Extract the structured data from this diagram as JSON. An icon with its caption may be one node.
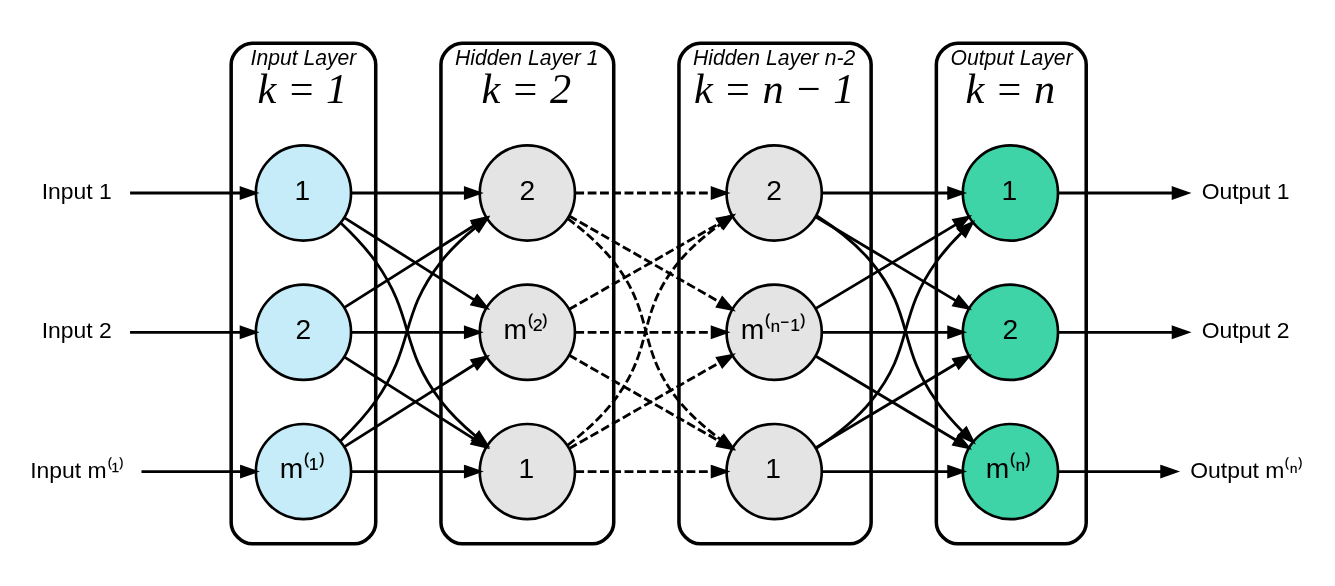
{
  "diagram": {
    "nodes": [
      {
        "text": [
          "Input 1"
        ]
      },
      {
        "text": [
          "Input 2"
        ]
      },
      {
        "text": [
          "Input m⁽¹⁾"
        ]
      },
      {
        "text": [
          "Input Layer",
          "k = 1"
        ]
      },
      {
        "text": [
          "1"
        ],
        "in": 3
      },
      {
        "text": [
          "2"
        ],
        "in": 3
      },
      {
        "text": [
          "m⁽¹⁾"
        ],
        "in": 3
      },
      {
        "text": [
          "Hidden Layer 1",
          "k = 2"
        ]
      },
      {
        "text": [
          "1"
        ],
        "in": 7
      },
      {
        "text": [
          "2"
        ],
        "in": 7
      },
      {
        "text": [
          "m⁽²⁾"
        ],
        "in": 7
      },
      {
        "text": [
          "Hidden Layer n-2",
          "k = n − 1"
        ]
      },
      {
        "text": [
          "1"
        ],
        "in": 11
      },
      {
        "text": [
          "2"
        ],
        "in": 11
      },
      {
        "text": [
          "m⁽ⁿ⁻¹⁾"
        ],
        "in": 11
      },
      {
        "text": [
          "Output Layer",
          "k = n"
        ]
      },
      {
        "text": [
          "1"
        ],
        "in": 15
      },
      {
        "text": [
          "2"
        ],
        "in": 15
      },
      {
        "text": [
          "m⁽ⁿ⁾"
        ],
        "in": 15
      },
      {
        "text": [
          "Output 1"
        ]
      },
      {
        "text": [
          "Output 2"
        ]
      },
      {
        "text": [
          "Output m⁽ⁿ⁾"
        ]
      }
    ],
    "edges": [
      {
        "from": 0,
        "to": 4,
        "arrow": "to"
      },
      {
        "from": 1,
        "to": 5,
        "arrow": "to"
      },
      {
        "from": 2,
        "to": 6,
        "arrow": "to"
      },
      {
        "from": 4,
        "to": 8,
        "arrow": "to"
      },
      {
        "from": 4,
        "to": 9,
        "arrow": "to"
      },
      {
        "from": 4,
        "to": 10,
        "arrow": "to"
      },
      {
        "from": 5,
        "to": 8,
        "arrow": "to"
      },
      {
        "from": 5,
        "to": 9,
        "arrow": "to"
      },
      {
        "from": 5,
        "to": 10,
        "arrow": "to"
      },
      {
        "from": 6,
        "to": 8,
        "arrow": "to"
      },
      {
        "from": 6,
        "to": 9,
        "arrow": "to"
      },
      {
        "from": 6,
        "to": 10,
        "arrow": "to"
      },
      {
        "from": 8,
        "to": 12,
        "arrow": "to",
        "style": "dashed"
      },
      {
        "from": 8,
        "to": 13,
        "arrow": "to",
        "style": "dashed"
      },
      {
        "from": 8,
        "to": 14,
        "arrow": "to",
        "style": "dashed"
      },
      {
        "from": 9,
        "to": 12,
        "arrow": "to",
        "style": "dashed"
      },
      {
        "from": 9,
        "to": 13,
        "arrow": "to",
        "style": "dashed"
      },
      {
        "from": 9,
        "to": 14,
        "arrow": "to",
        "style": "dashed"
      },
      {
        "from": 10,
        "to": 12,
        "arrow": "to",
        "style": "dashed"
      },
      {
        "from": 10,
        "to": 13,
        "arrow": "to",
        "style": "dashed"
      },
      {
        "from": 10,
        "to": 14,
        "arrow": "to",
        "style": "dashed"
      },
      {
        "from": 12,
        "to": 16,
        "arrow": "to"
      },
      {
        "from": 12,
        "to": 17,
        "arrow": "to"
      },
      {
        "from": 12,
        "to": 18,
        "arrow": "to"
      },
      {
        "from": 13,
        "to": 16,
        "arrow": "to"
      },
      {
        "from": 13,
        "to": 17,
        "arrow": "to"
      },
      {
        "from": 13,
        "to": 18,
        "arrow": "to"
      },
      {
        "from": 14,
        "to": 16,
        "arrow": "to"
      },
      {
        "from": 14,
        "to": 17,
        "arrow": "to"
      },
      {
        "from": 14,
        "to": 18,
        "arrow": "to"
      },
      {
        "from": 16,
        "to": 19,
        "arrow": "to"
      },
      {
        "from": 17,
        "to": 20,
        "arrow": "to"
      },
      {
        "from": 18,
        "to": 21,
        "arrow": "to"
      }
    ]
  }
}
